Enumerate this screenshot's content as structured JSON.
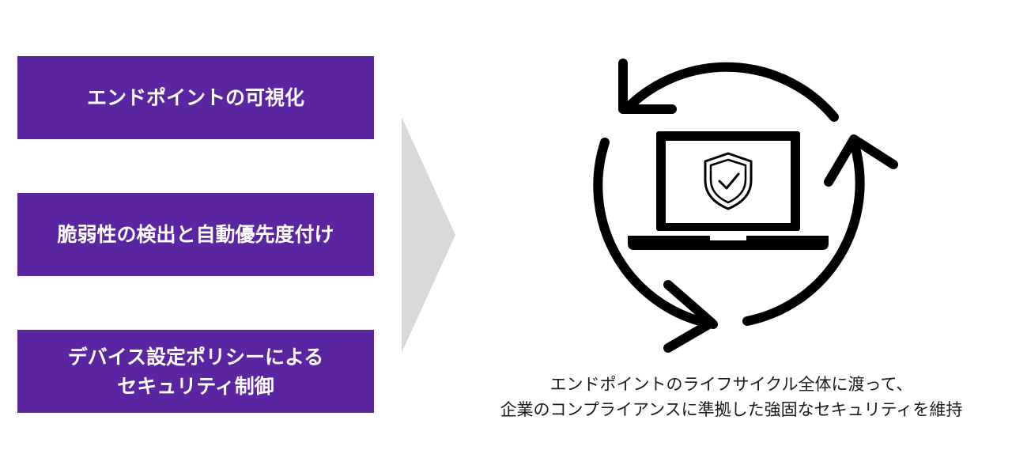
{
  "features": [
    {
      "label": "エンドポイントの可視化"
    },
    {
      "label": "脆弱性の検出と自動優先度付け"
    },
    {
      "label": "デバイス設定ポリシーによる\nセキュリティ制御"
    }
  ],
  "caption": {
    "line1": "エンドポイントのライフサイクル全体に渡って、",
    "line2": "企業のコンプライアンスに準拠した強固なセキュリティを維持"
  },
  "colors": {
    "box_fill": "#5b24a0",
    "box_text": "#ffffff",
    "arrow_fill": "#d9d9d9",
    "icon_stroke": "#000000"
  },
  "icons": {
    "cycle": "refresh-cycle-icon",
    "laptop": "laptop-icon",
    "shield": "shield-check-icon"
  }
}
